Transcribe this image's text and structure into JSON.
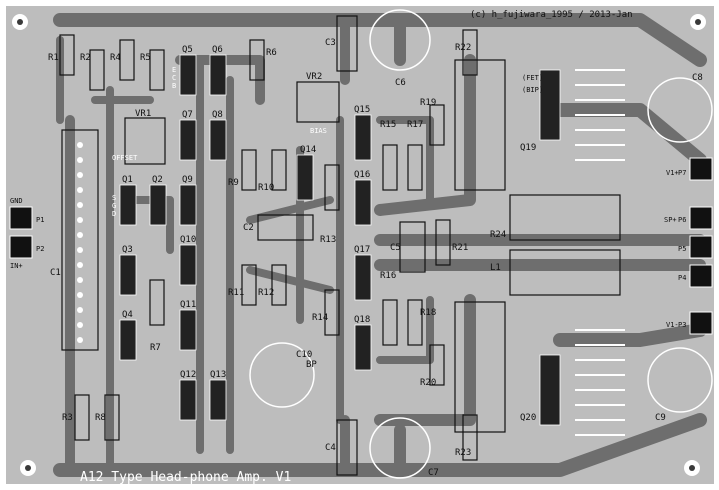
{
  "header": {
    "copyright": "(c) h_fujiwara_1995 / 2013-Jan"
  },
  "footer": {
    "title": "A12 Type Head-phone Amp. V1"
  },
  "labels": {
    "resistors": [
      "R1",
      "R2",
      "R3",
      "R4",
      "R5",
      "R6",
      "R7",
      "R8",
      "R9",
      "R10",
      "R11",
      "R12",
      "R13",
      "R14",
      "R15",
      "R16",
      "R17",
      "R18",
      "R19",
      "R20",
      "R21",
      "R22",
      "R23",
      "R24"
    ],
    "transistors": [
      "Q1",
      "Q2",
      "Q3",
      "Q4",
      "Q5",
      "Q6",
      "Q7",
      "Q8",
      "Q9",
      "Q10",
      "Q11",
      "Q12",
      "Q13",
      "Q14",
      "Q15",
      "Q16",
      "Q17",
      "Q18",
      "Q19",
      "Q20"
    ],
    "capacitors": [
      "C1",
      "C2",
      "C3",
      "C4",
      "C5",
      "C6",
      "C7",
      "C8",
      "C9",
      "C10",
      "BP"
    ],
    "misc": [
      "VR1",
      "VR2",
      "OFFSET",
      "BIAS",
      "L1",
      "P1",
      "P2",
      "P3",
      "P4",
      "P5",
      "P6",
      "P7",
      "GND",
      "IN+",
      "V1+",
      "V1-",
      "SP+"
    ],
    "pins": [
      "E",
      "C",
      "B",
      "S",
      "G",
      "D",
      "(FET)",
      "(BIP)"
    ]
  }
}
